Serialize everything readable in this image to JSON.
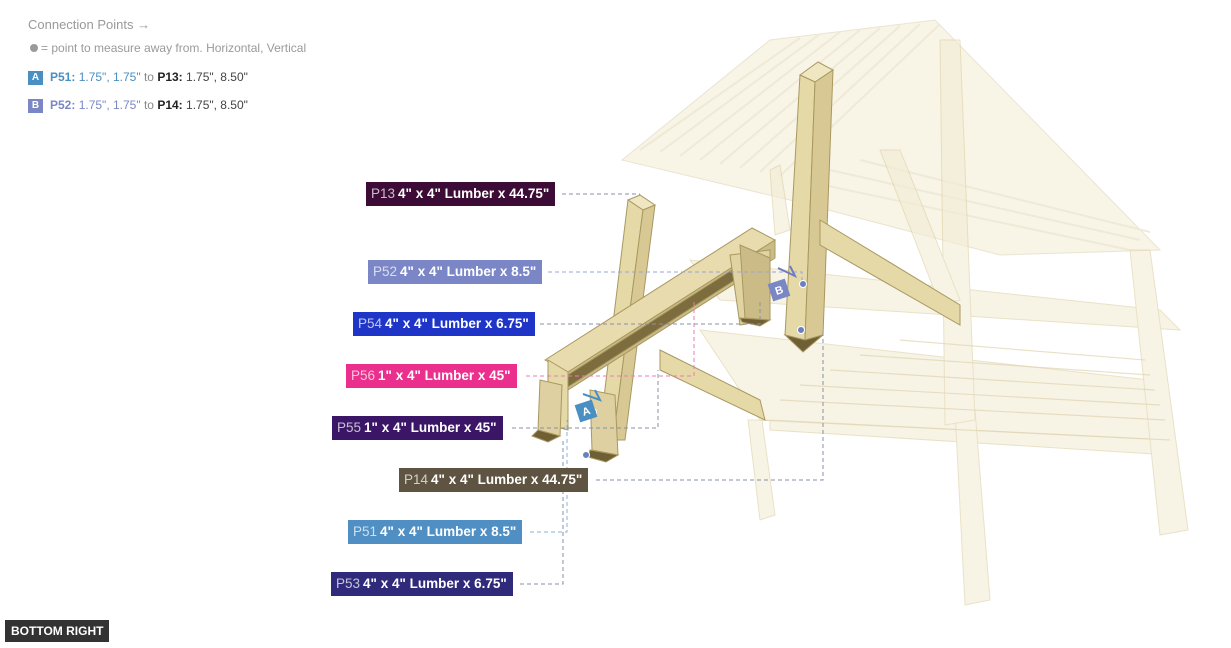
{
  "legend": {
    "title": "Connection Points →",
    "note": "= point to measure away from. Horizontal, Vertical",
    "connections": [
      {
        "badge": "A",
        "color": "#4a8fc1",
        "from_id": "P51:",
        "from_val": "1.75\", 1.75\"",
        "to_word": "to",
        "to_id": "P13:",
        "to_val": "1.75\", 8.50\""
      },
      {
        "badge": "B",
        "color": "#7b87c4",
        "from_id": "P52:",
        "from_val": "1.75\", 1.75\"",
        "to_word": "to",
        "to_id": "P14:",
        "to_val": "1.75\", 8.50\""
      }
    ]
  },
  "parts": [
    {
      "id": "P13",
      "text": "4\" x 4\" Lumber x 44.75\"",
      "color": "#3d0c36"
    },
    {
      "id": "P52",
      "text": "4\" x 4\" Lumber x 8.5\"",
      "color": "#7b86c6"
    },
    {
      "id": "P54",
      "text": "4\" x 4\" Lumber x 6.75\"",
      "color": "#1f35c8"
    },
    {
      "id": "P56",
      "text": "1\" x 4\" Lumber  x 45\"",
      "color": "#ea2f8c"
    },
    {
      "id": "P55",
      "text": "1\" x 4\" Lumber  x 45\"",
      "color": "#3c1666"
    },
    {
      "id": "P14",
      "text": "4\" x 4\" Lumber x 44.75\"",
      "color": "#5f5442"
    },
    {
      "id": "P51",
      "text": "4\" x 4\" Lumber x 8.5\"",
      "color": "#4f8fc3"
    },
    {
      "id": "P53",
      "text": "4\" x 4\" Lumber x 6.75\"",
      "color": "#302a7a"
    }
  ],
  "markers": [
    {
      "letter": "A",
      "color": "#4a8fc1"
    },
    {
      "letter": "B",
      "color": "#7b87c4"
    }
  ],
  "view": {
    "label": "BOTTOM RIGHT"
  },
  "colors": {
    "ghost": "#f1e9c8",
    "lumber": "#e8dcb0",
    "lumber_dark": "#7a6a3c",
    "leader": "#8a8fa8"
  }
}
